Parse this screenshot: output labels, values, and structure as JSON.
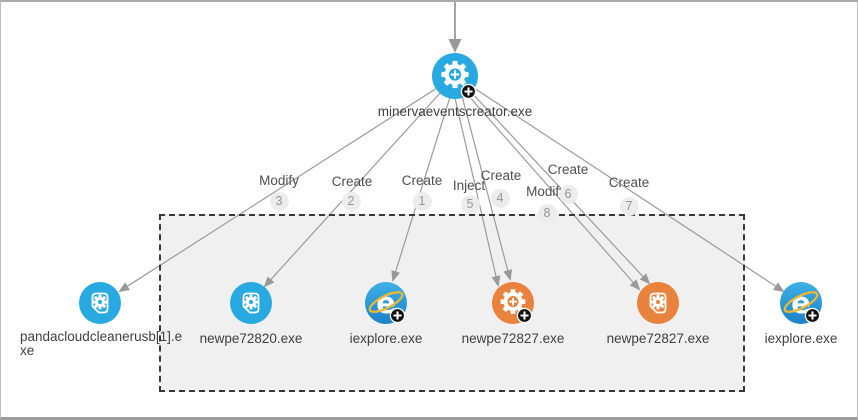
{
  "colors": {
    "process_blue": "#29a9e2",
    "process_orange": "#e8823c",
    "edge_gray": "#999999",
    "selection_fill": "#f0f0f0"
  },
  "parent": {
    "label": "minervaeventscreator.exe",
    "icon": "gear-plus-icon",
    "expand_badge": "+"
  },
  "edges": [
    {
      "action": "Modify",
      "seq": "3"
    },
    {
      "action": "Create",
      "seq": "2"
    },
    {
      "action": "Create",
      "seq": "1"
    },
    {
      "action": "Inject",
      "seq": "5"
    },
    {
      "action": "Create",
      "seq": "4"
    },
    {
      "action": "Modify",
      "seq": "8"
    },
    {
      "action": "Create",
      "seq": "6"
    },
    {
      "action": "Create",
      "seq": "7"
    }
  ],
  "children": [
    {
      "label": "pandacloudcleanerusb[1].exe",
      "icon": "file-gear-icon",
      "color": "blue"
    },
    {
      "label": "newpe72820.exe",
      "icon": "file-gear-icon",
      "color": "blue"
    },
    {
      "label": "iexplore.exe",
      "icon": "internet-explorer-icon",
      "expand_badge": "+"
    },
    {
      "label": "newpe72827.exe",
      "icon": "gear-plus-icon",
      "color": "orange",
      "expand_badge": "+"
    },
    {
      "label": "newpe72827.exe",
      "icon": "file-gear-icon",
      "color": "orange"
    },
    {
      "label": "iexplore.exe",
      "icon": "internet-explorer-icon",
      "expand_badge": "+"
    }
  ]
}
